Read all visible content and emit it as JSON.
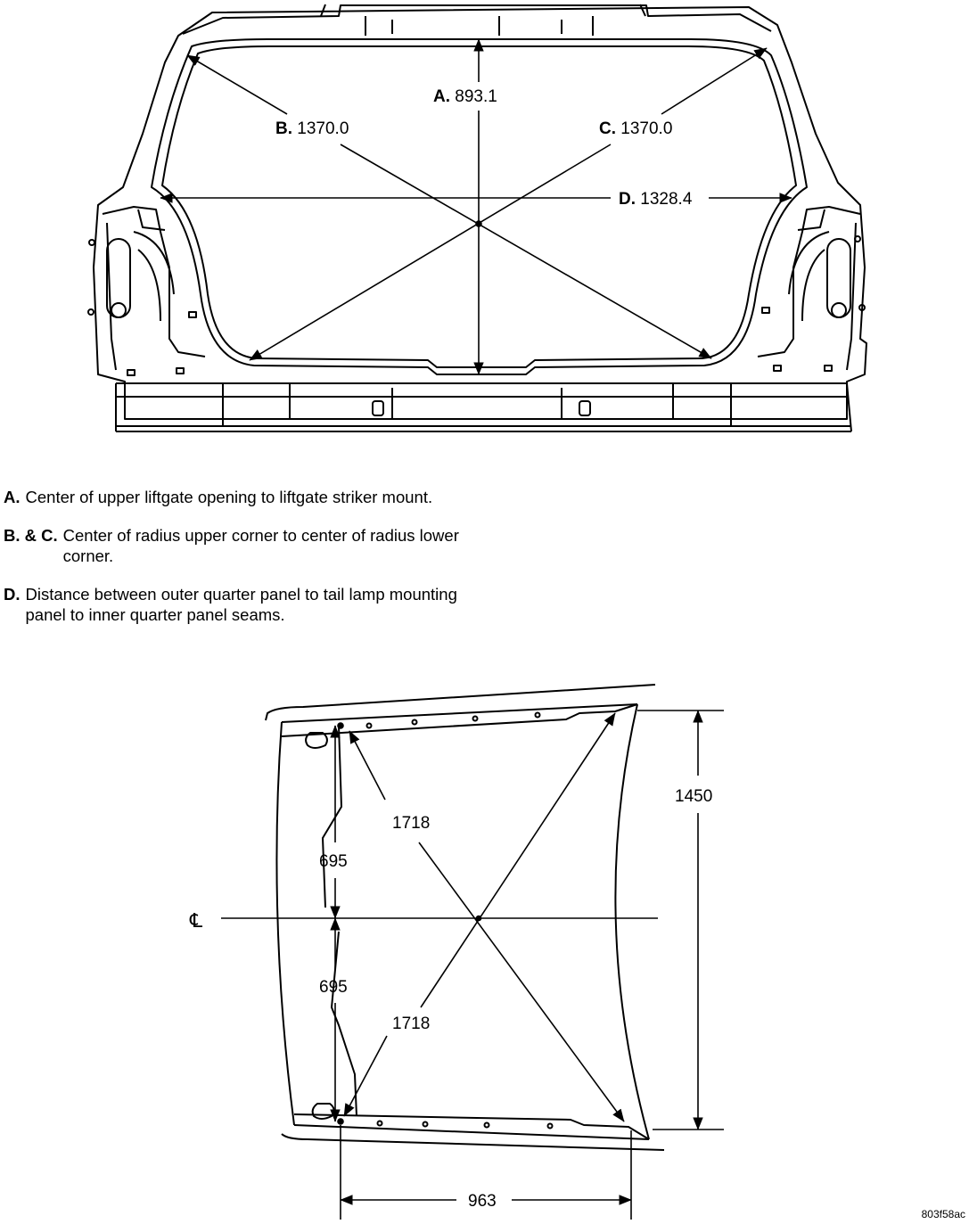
{
  "top_view": {
    "a_key": "A.",
    "a_value": "893.1",
    "b_key": "B.",
    "b_value": "1370.0",
    "c_key": "C.",
    "c_value": "1370.0",
    "d_key": "D.",
    "d_value": "1328.4"
  },
  "legend": [
    {
      "key": "A.",
      "text": "Center of upper liftgate opening to liftgate striker mount."
    },
    {
      "key": "B. & C.",
      "text": "Center of radius upper corner to center of radius lower corner."
    },
    {
      "key": "D.",
      "text": "Distance between outer quarter panel to tail lamp mounting panel to inner quarter panel seams."
    }
  ],
  "roof_view": {
    "height_label": "1450",
    "diag_upper_label": "1718",
    "diag_lower_label": "1718",
    "half_upper_label": "695",
    "half_lower_label": "695",
    "width_label": "963",
    "centerline_symbol": "℄"
  },
  "figure_code": "803f58ac"
}
